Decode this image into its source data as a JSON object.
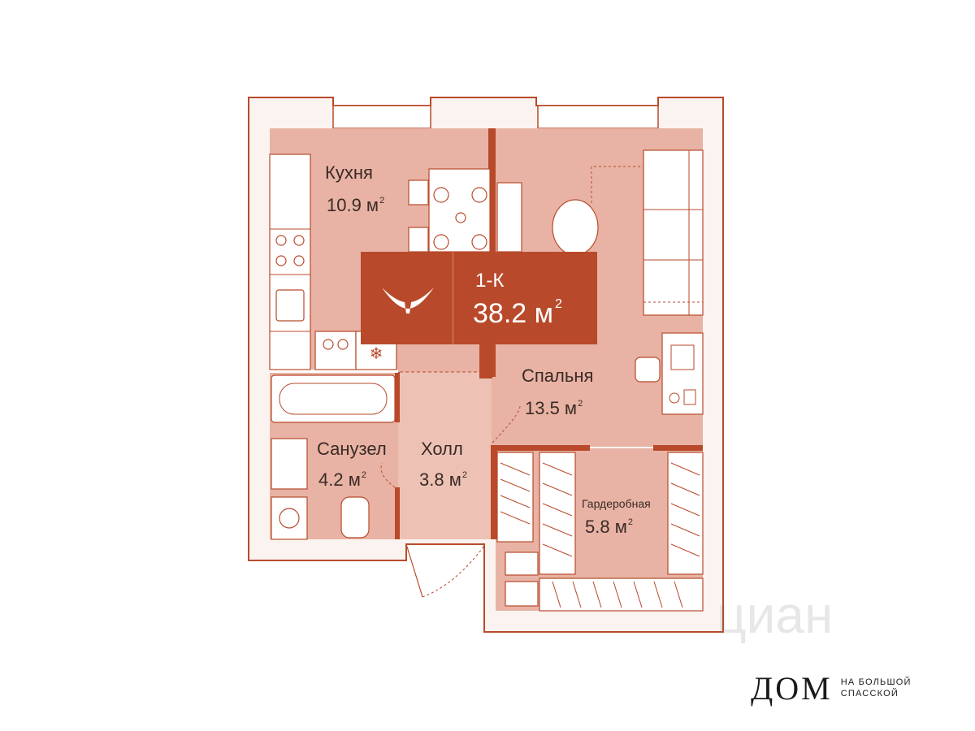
{
  "rooms": {
    "kitchen": {
      "name": "Кухня",
      "area": "10.9 м",
      "unit_exp": "2"
    },
    "bedroom": {
      "name": "Спальня",
      "area": "13.5 м",
      "unit_exp": "2"
    },
    "bathroom": {
      "name": "Санузел",
      "area": "4.2 м",
      "unit_exp": "2"
    },
    "hall": {
      "name": "Холл",
      "area": "3.8 м",
      "unit_exp": "2"
    },
    "wardrobe": {
      "name": "Гардеробная",
      "area": "5.8 м",
      "unit_exp": "2"
    }
  },
  "badge": {
    "type": "1-К",
    "area": "38.2 м",
    "unit_exp": "2"
  },
  "brand": {
    "name": "ДОМ",
    "line1": "НА БОЛЬШОЙ",
    "line2": "СПАССКОЙ"
  },
  "watermark": "циан",
  "colors": {
    "floor": "#e8b3a4",
    "hall_floor": "#edc2b5",
    "walls": "#b84a2b",
    "badge": "#b84a2b"
  }
}
